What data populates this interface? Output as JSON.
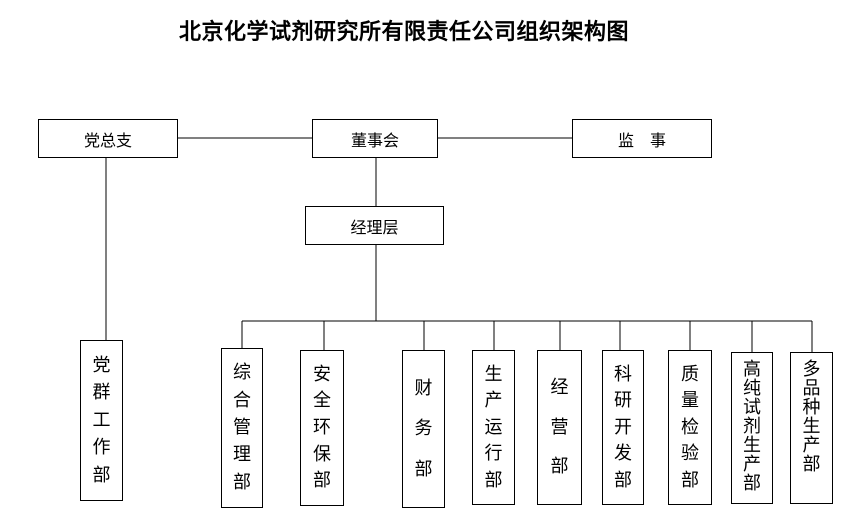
{
  "title": "北京化学试剂研究所有限责任公司组织架构图",
  "nodes": {
    "party_branch": "党总支",
    "board": "董事会",
    "supervisor": "监　事",
    "management": "经理层",
    "mass_work": "党群工作部"
  },
  "departments": [
    "综合管理部",
    "安全环保部",
    "财务部",
    "生产运行部",
    "经营部",
    "科研开发部",
    "质量检验部",
    "高纯试剂生产部",
    "多品种生产部"
  ],
  "colors": {
    "line": "#000000",
    "box_border": "#000000",
    "background": "#ffffff"
  }
}
